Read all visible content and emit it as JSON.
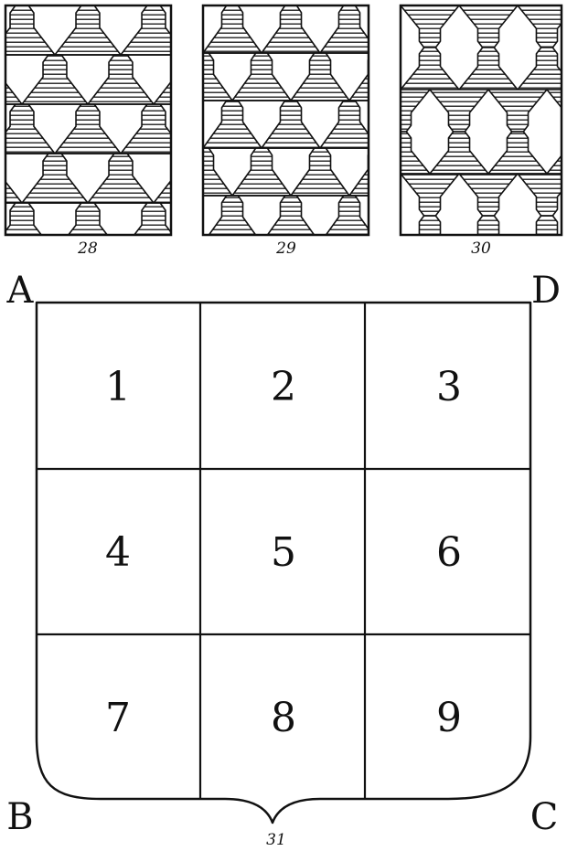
{
  "figures": {
    "vair_28": {
      "caption": "28"
    },
    "vair_29": {
      "caption": "29"
    },
    "vair_30": {
      "caption": "30"
    },
    "shield_31": {
      "caption": "31"
    }
  },
  "shield": {
    "corners": {
      "a": "A",
      "b": "B",
      "c": "C",
      "d": "D"
    },
    "points": [
      "1",
      "2",
      "3",
      "4",
      "5",
      "6",
      "7",
      "8",
      "9"
    ]
  },
  "colors": {
    "ink": "#111111",
    "paper": "#ffffff"
  }
}
